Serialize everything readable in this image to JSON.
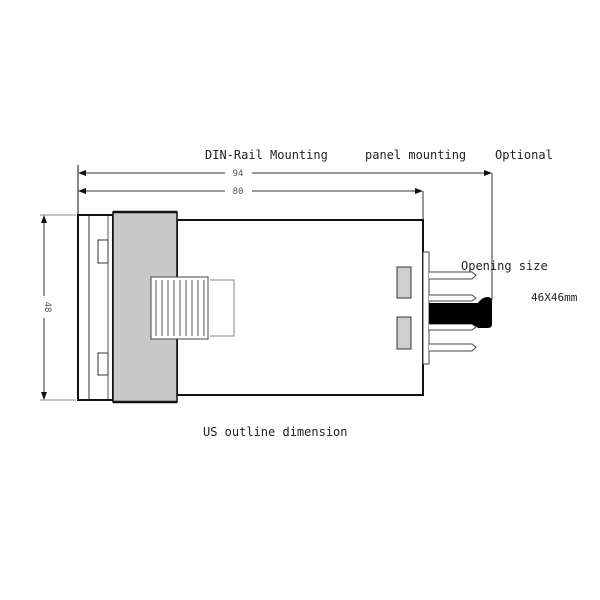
{
  "labels": {
    "din_rail": "DIN-Rail Mounting",
    "panel": "panel mounting",
    "optional": "Optional",
    "opening_size": "Opening size",
    "opening_value": "46X46mm",
    "caption": "US outline dimension"
  },
  "dimensions": {
    "total_length": "94",
    "body_length": "80",
    "height": "48"
  },
  "colors": {
    "line": "#111111",
    "clip_fill": "#c8c8c8",
    "tab_fill": "#cfcfcf"
  }
}
